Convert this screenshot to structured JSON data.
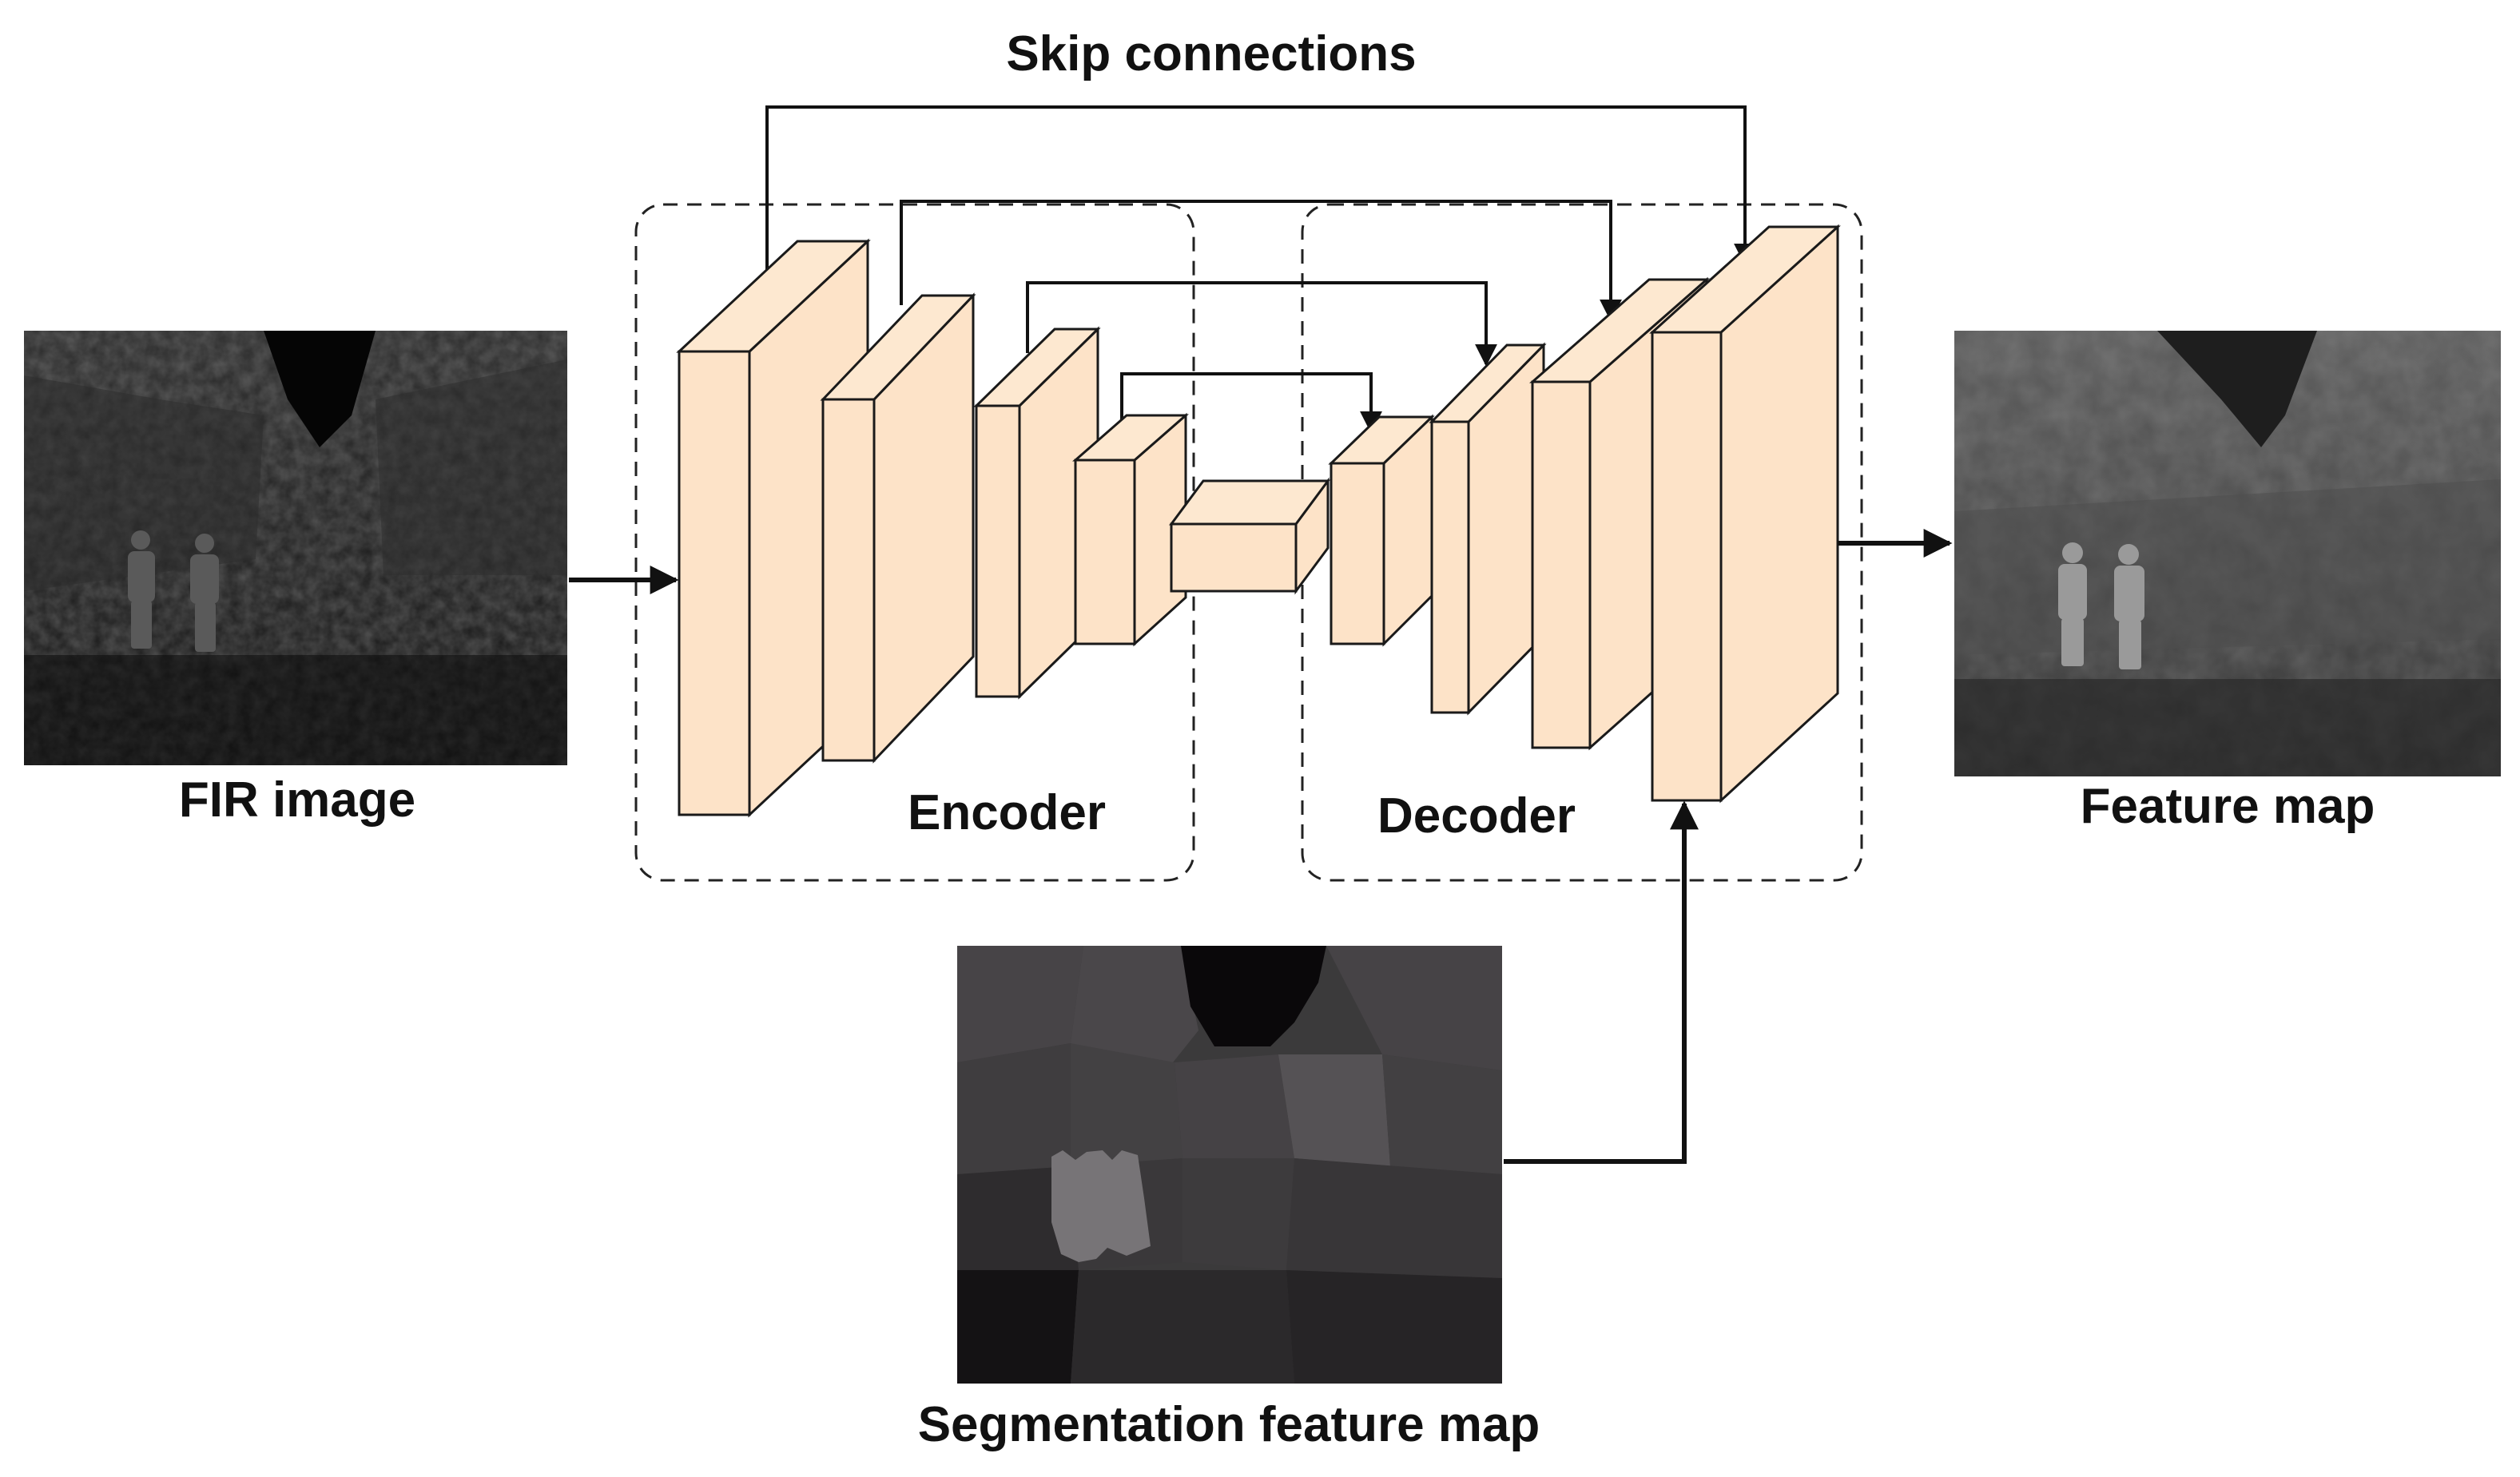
{
  "labels": {
    "skip_connections": "Skip connections",
    "fir_image": "FIR image",
    "encoder": "Encoder",
    "decoder": "Decoder",
    "feature_map": "Feature map",
    "segmentation_feature_map": "Segmentation feature map"
  },
  "colors": {
    "block_front": "#fde3c8",
    "block_side": "#fde3c8",
    "block_top": "#fde8d0",
    "line": "#111111",
    "background": "#ffffff"
  }
}
